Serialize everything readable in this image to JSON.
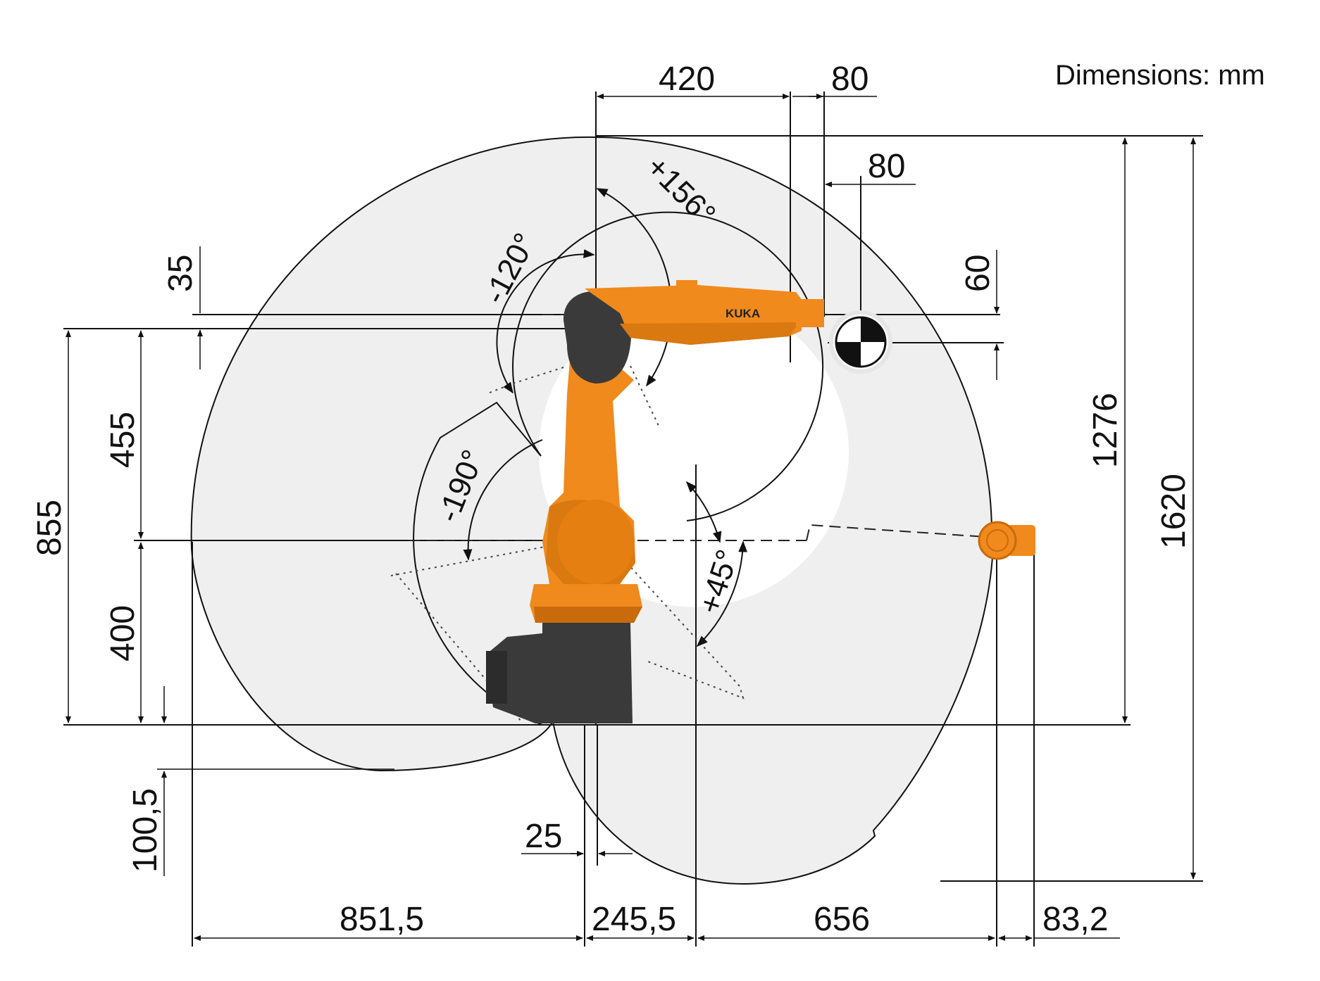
{
  "units_label": "Dimensions: mm",
  "brand_label": "KUKA",
  "dimensions": {
    "top_420": "420",
    "top_80": "80",
    "flange_80": "80",
    "v35": "35",
    "v60": "60",
    "v855": "855",
    "v455": "455",
    "v400": "400",
    "v100_5": "100,5",
    "v1276": "1276",
    "v1620": "1620",
    "h25": "25",
    "h851_5": "851,5",
    "h245_5": "245,5",
    "h656": "656",
    "h83_2": "83,2"
  },
  "angles": {
    "a_plus156": "+156°",
    "a_minus120": "-120°",
    "a_minus190": "-190°",
    "a_plus45": "+45°"
  },
  "colors": {
    "robot_orange": "#f08a1c",
    "robot_orange_dark": "#c96a0c",
    "robot_gray": "#3a3a3a",
    "envelope_fill": "#efefef",
    "line": "#111111"
  }
}
